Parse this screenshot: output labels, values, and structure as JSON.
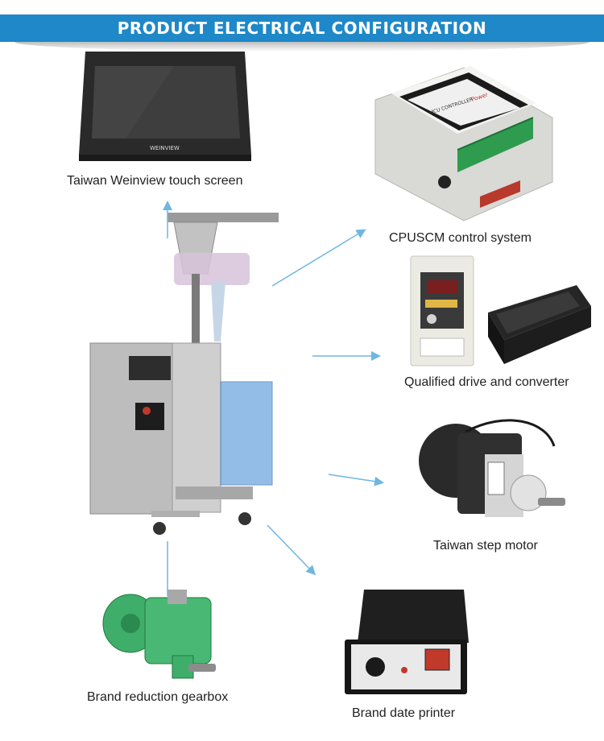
{
  "header": {
    "title": "PRODUCT ELECTRICAL CONFIGURATION"
  },
  "components": [
    {
      "label": "Taiwan Weinview touch screen",
      "brand_text": "WEINVIEW"
    },
    {
      "label": "CPUSCM control system",
      "device_text": [
        "MCU CONTROLLER",
        "Power"
      ]
    },
    {
      "label": "Qualified drive and converter"
    },
    {
      "label": "Taiwan step motor"
    },
    {
      "label": "Brand reduction gearbox"
    },
    {
      "label": "Brand date printer"
    }
  ],
  "colors": {
    "banner": "#1e88c8",
    "arrows": "#6fb6e3"
  }
}
